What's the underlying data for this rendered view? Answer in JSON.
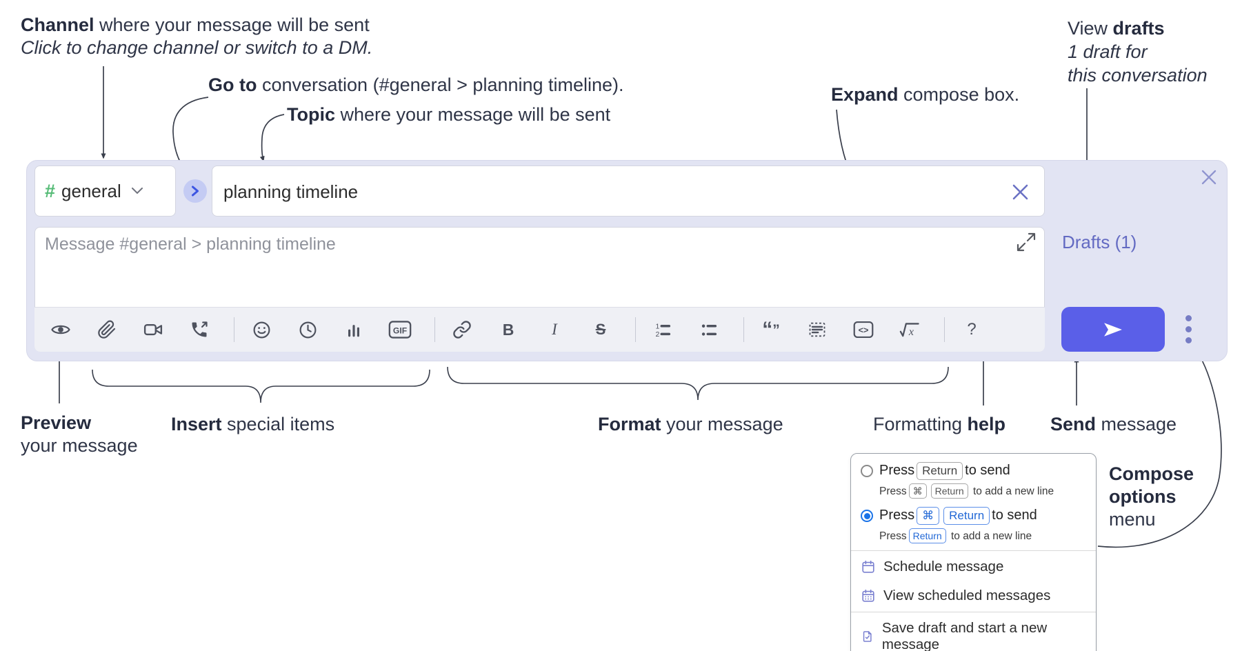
{
  "annotations": {
    "channel": {
      "bold": "Channel",
      "rest": " where your message will be sent",
      "line2": "Click to change channel or switch to a DM."
    },
    "goto": {
      "bold": "Go to",
      "rest": " conversation (#general > planning timeline)."
    },
    "topic": {
      "bold": "Topic",
      "rest": " where your message will be sent"
    },
    "expand": {
      "bold": "Expand",
      "rest": " compose box."
    },
    "view_drafts": {
      "pre": "View ",
      "bold": "drafts",
      "line2": "1 draft for",
      "line3": "this conversation"
    },
    "preview": {
      "bold": "Preview",
      "line2": "your message"
    },
    "insert": {
      "bold": "Insert",
      "rest": " special items"
    },
    "format": {
      "bold": "Format",
      "rest": " your message"
    },
    "help": {
      "pre": "Formatting ",
      "bold": "help"
    },
    "send": {
      "bold": "Send",
      "rest": " message"
    },
    "compose_options": {
      "bold1": "Compose",
      "bold2": "options",
      "line3": "menu"
    }
  },
  "compose": {
    "channel_hash": "#",
    "channel_name": "general",
    "topic_value": "planning timeline",
    "message_placeholder": "Message #general > planning timeline",
    "drafts_label": "Drafts (1)"
  },
  "toolbar_labels": {
    "gif": "GIF",
    "bold": "B",
    "italic": "I",
    "strike": "S",
    "quote_open": "“",
    "quote_close": "”",
    "code": "<>",
    "help": "?",
    "ol1": "1",
    "ol2": "2",
    "math_x": "x"
  },
  "toolbar_icons": [
    "preview-eye",
    "attach-paperclip",
    "start-video-call",
    "start-audio-call",
    "emoji",
    "time",
    "poll",
    "gif",
    "link",
    "bold",
    "italic",
    "strikethrough",
    "numbered-list",
    "bulleted-list",
    "quote",
    "spoiler",
    "code",
    "math",
    "help"
  ],
  "popup": {
    "option1": {
      "pre": "Press",
      "key": "Return",
      "post": "to send",
      "sub_pre": "Press",
      "sub_key1": "⌘",
      "sub_key2": "Return",
      "sub_post": "to add a new line"
    },
    "option2": {
      "pre": "Press",
      "key1": "⌘",
      "key2": "Return",
      "post": "to send",
      "sub_pre": "Press",
      "sub_key": "Return",
      "sub_post": "to add a new line"
    },
    "items": [
      "Schedule message",
      "View scheduled messages",
      "Save draft and start a new message"
    ]
  },
  "colors": {
    "compose_bg": "#e2e4f3",
    "accent_send": "#5a5fe8",
    "drafts_link": "#636ac2",
    "hash_green": "#55bb76",
    "radio_blue": "#1a73e8",
    "annotation_text": "#2f3547"
  }
}
